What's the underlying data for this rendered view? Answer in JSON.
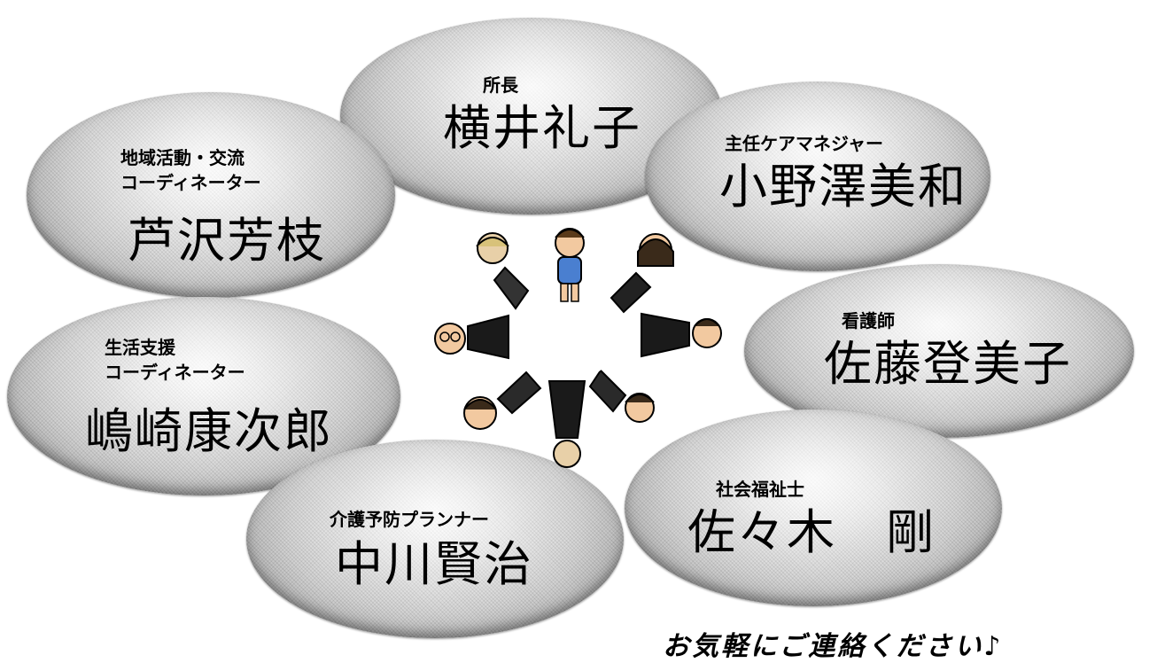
{
  "members": [
    {
      "id": "director",
      "role_lines": [
        "所長"
      ],
      "name": "横井礼子"
    },
    {
      "id": "chief-care-manager",
      "role_lines": [
        "主任ケアマネジャー"
      ],
      "name": "小野澤美和"
    },
    {
      "id": "community-coordinator",
      "role_lines": [
        "地域活動・交流",
        "コーディネーター"
      ],
      "name": "芦沢芳枝"
    },
    {
      "id": "nurse",
      "role_lines": [
        "看護師"
      ],
      "name": "佐藤登美子"
    },
    {
      "id": "living-support-coordinator",
      "role_lines": [
        "生活支援",
        "コーディネーター"
      ],
      "name": "嶋崎康次郎"
    },
    {
      "id": "social-worker",
      "role_lines": [
        "社会福祉士"
      ],
      "name": "佐々木　剛"
    },
    {
      "id": "prevention-planner",
      "role_lines": [
        "介護予防プランナー"
      ],
      "name": "中川賢治"
    }
  ],
  "footer": "お気軽にご連絡ください♪",
  "illustration": {
    "icon": "people-holding-hands-circle"
  }
}
